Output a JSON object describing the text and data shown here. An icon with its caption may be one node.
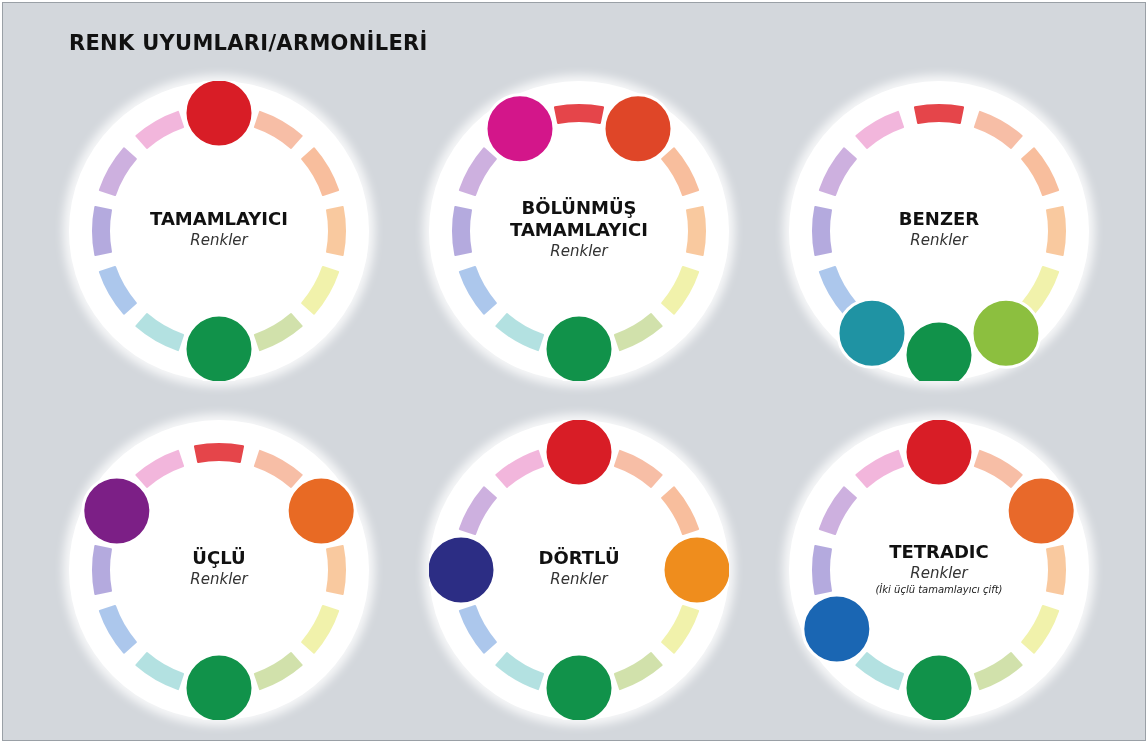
{
  "diagram": {
    "title": "RENK UYUMLARI/ARMONİLERİ",
    "nodes": [
      {
        "text": [
          "TAMAMLAYICI",
          "Renkler"
        ]
      },
      {
        "text": [
          "BÖLÜNMÜŞ TAMAMLAYICI",
          "Renkler"
        ]
      },
      {
        "text": [
          "BENZER",
          "Renkler"
        ]
      },
      {
        "text": [
          "ÜÇLÜ",
          "Renkler"
        ]
      },
      {
        "text": [
          "DÖRTLÜ",
          "Renkler"
        ]
      },
      {
        "text": [
          "TETRADIC",
          "Renkler",
          "(İki üçlü tamamlayıcı çift)"
        ]
      }
    ]
  }
}
